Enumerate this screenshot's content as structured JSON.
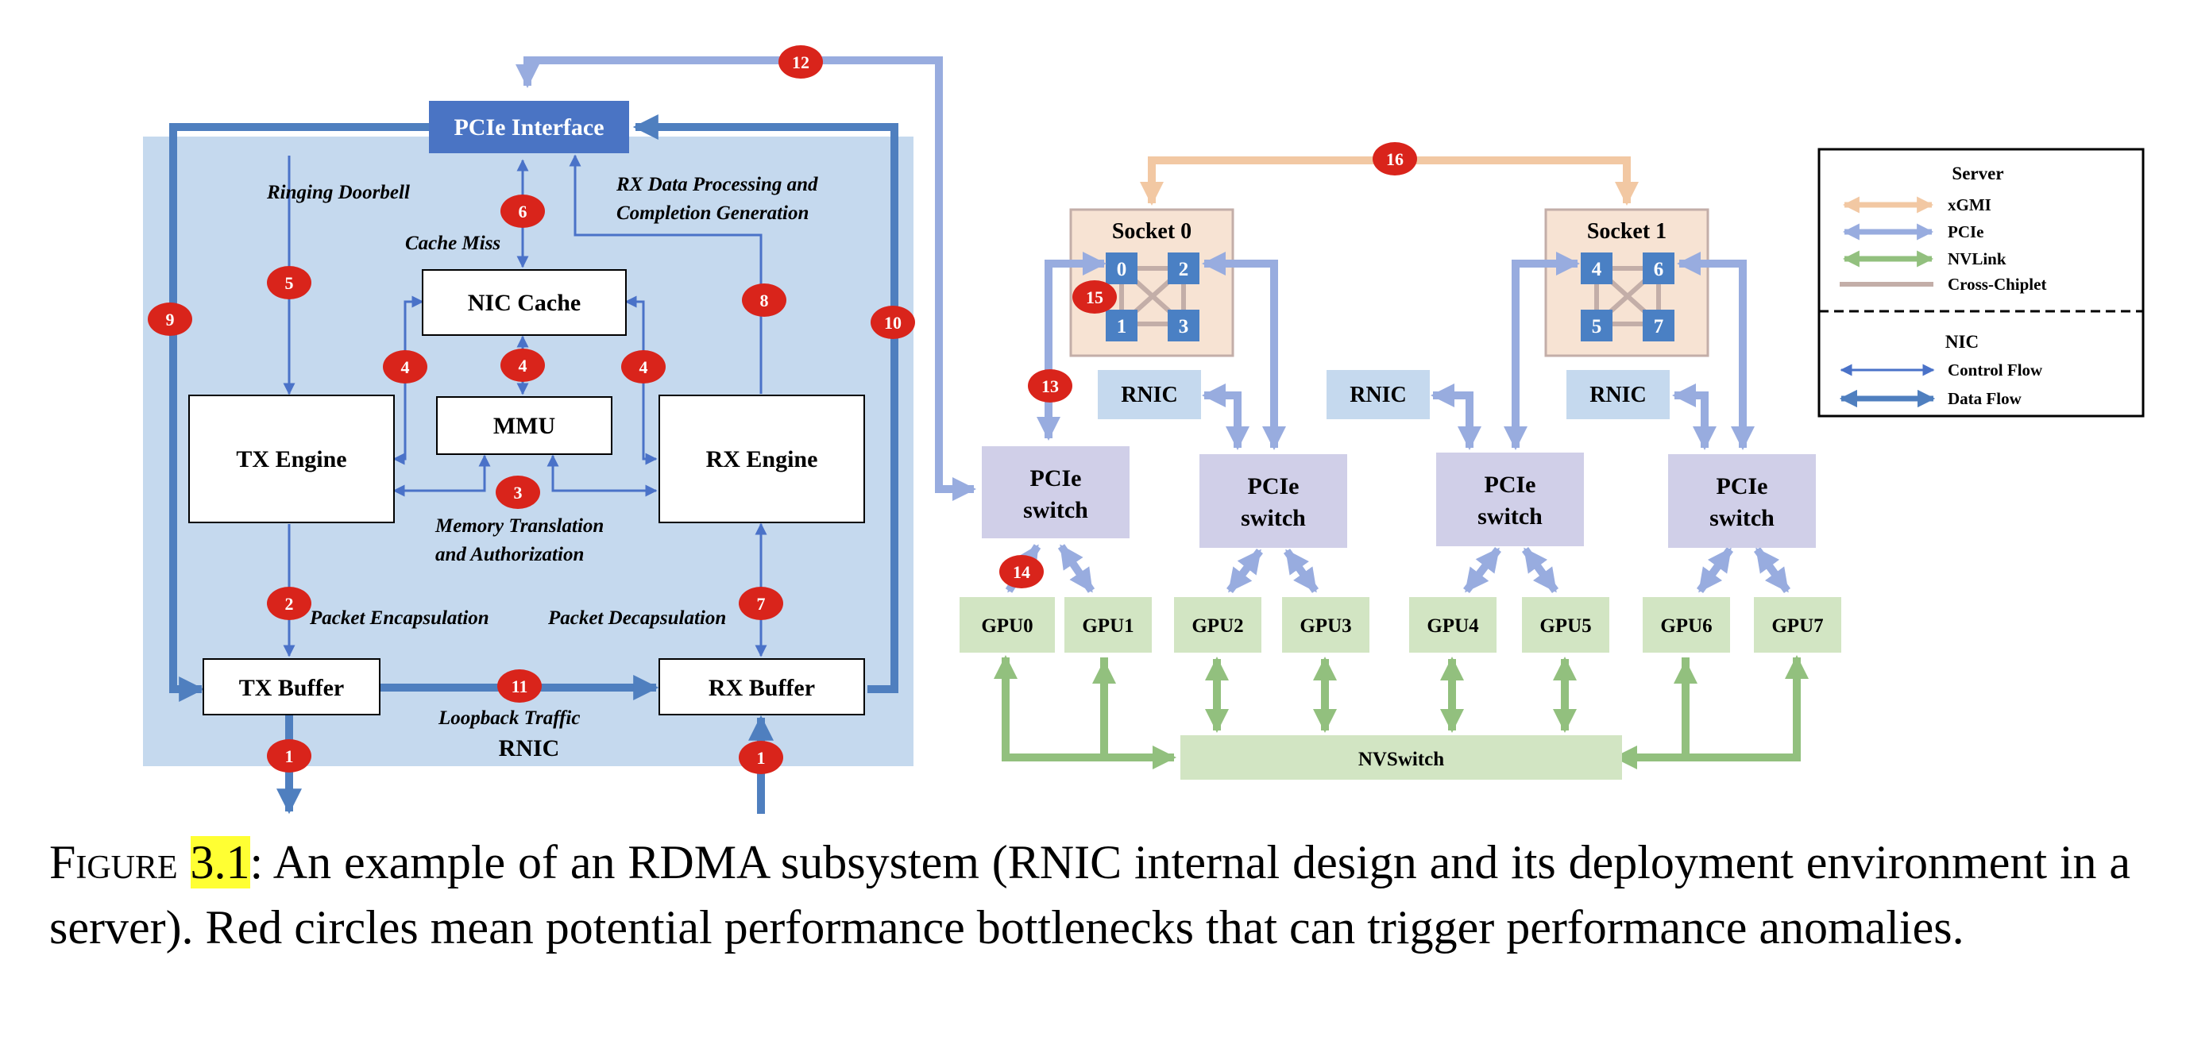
{
  "rnic": {
    "label": "RNIC",
    "pcie_interface": "PCIe Interface",
    "nic_cache": "NIC Cache",
    "mmu": "MMU",
    "tx_engine": "TX Engine",
    "rx_engine": "RX Engine",
    "tx_buffer": "TX Buffer",
    "rx_buffer": "RX Buffer",
    "annotations": {
      "ringing_doorbell": "Ringing Doorbell",
      "cache_miss": "Cache Miss",
      "rx_processing_line1": "RX Data Processing and",
      "rx_processing_line2": "Completion Generation",
      "memory_translation_line1": "Memory Translation",
      "memory_translation_line2": "and Authorization",
      "packet_encapsulation": "Packet Encapsulation",
      "packet_decapsulation": "Packet Decapsulation",
      "loopback_traffic": "Loopback Traffic"
    }
  },
  "server": {
    "socket0": {
      "label": "Socket 0",
      "chiplets": [
        "0",
        "2",
        "1",
        "3"
      ]
    },
    "socket1": {
      "label": "Socket 1",
      "chiplets": [
        "4",
        "6",
        "5",
        "7"
      ]
    },
    "rnic_labels": [
      "RNIC",
      "RNIC",
      "RNIC"
    ],
    "pcie_switch_line1": "PCIe",
    "pcie_switch_line2": "switch",
    "gpus": [
      "GPU0",
      "GPU1",
      "GPU2",
      "GPU3",
      "GPU4",
      "GPU5",
      "GPU6",
      "GPU7"
    ],
    "nvswitch": "NVSwitch"
  },
  "badges": {
    "b1a": "1",
    "b1b": "1",
    "b2": "2",
    "b3": "3",
    "b4a": "4",
    "b4b": "4",
    "b4c": "4",
    "b5": "5",
    "b6": "6",
    "b7": "7",
    "b8": "8",
    "b9": "9",
    "b10": "10",
    "b11": "11",
    "b12": "12",
    "b13": "13",
    "b14": "14",
    "b15": "15",
    "b16": "16"
  },
  "legend": {
    "server_title": "Server",
    "xgmi": "xGMI",
    "pcie": "PCIe",
    "nvlink": "NVLink",
    "cross_chiplet": "Cross-Chiplet",
    "nic_title": "NIC",
    "control_flow": "Control Flow",
    "data_flow": "Data Flow"
  },
  "colors": {
    "rnic_background": "#c5d9ee",
    "pcie_interface_fill": "#4a74c4",
    "data_flow": "#4f7fbf",
    "control_flow": "#4a72c8",
    "pcie_link": "#98acdf",
    "xgmi_link": "#f2c8a3",
    "nvlink": "#92c07e",
    "cross_chiplet": "#c3aea8",
    "pcie_switch_fill": "#d0cfe8",
    "gpu_fill": "#d2e5c3",
    "socket_fill": "#f7e3d3",
    "chiplet_fill": "#4a80c4",
    "badge_red": "#d9241b"
  },
  "caption": {
    "figure_word": "Figure",
    "figure_number": "3.1",
    "text": ": An example of an RDMA subsystem (RNIC internal design and its deployment environment in a server). Red circles mean potential performance bottlenecks that can trigger performance anomalies."
  }
}
